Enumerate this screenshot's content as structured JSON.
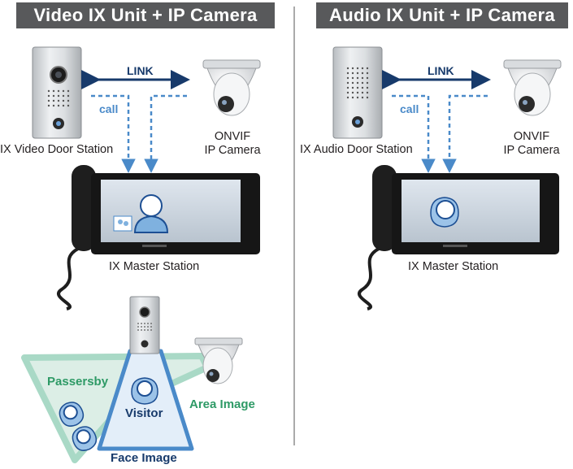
{
  "left": {
    "title": "Video IX Unit + IP Camera",
    "link_label": "LINK",
    "call_label": "call",
    "door_station_label": "IX Video Door Station",
    "camera_label_line1": "ONVIF",
    "camera_label_line2": "IP Camera",
    "master_label": "IX Master Station"
  },
  "right": {
    "title": "Audio IX Unit + IP Camera",
    "link_label": "LINK",
    "call_label": "call",
    "door_station_label": "IX Audio Door Station",
    "camera_label_line1": "ONVIF",
    "camera_label_line2": "IP Camera",
    "master_label": "IX Master Station"
  },
  "coverage": {
    "passersby_label": "Passersby",
    "visitor_label": "Visitor",
    "area_image_label": "Area Image",
    "face_image_label": "Face Image"
  },
  "colors": {
    "header_bg": "#58595b",
    "link_arrow": "#173a6b",
    "call_arrow": "#4a8ac9",
    "area_zone": "#a9d9c6",
    "face_zone": "#4a8ac9",
    "area_text": "#2e9a66"
  }
}
